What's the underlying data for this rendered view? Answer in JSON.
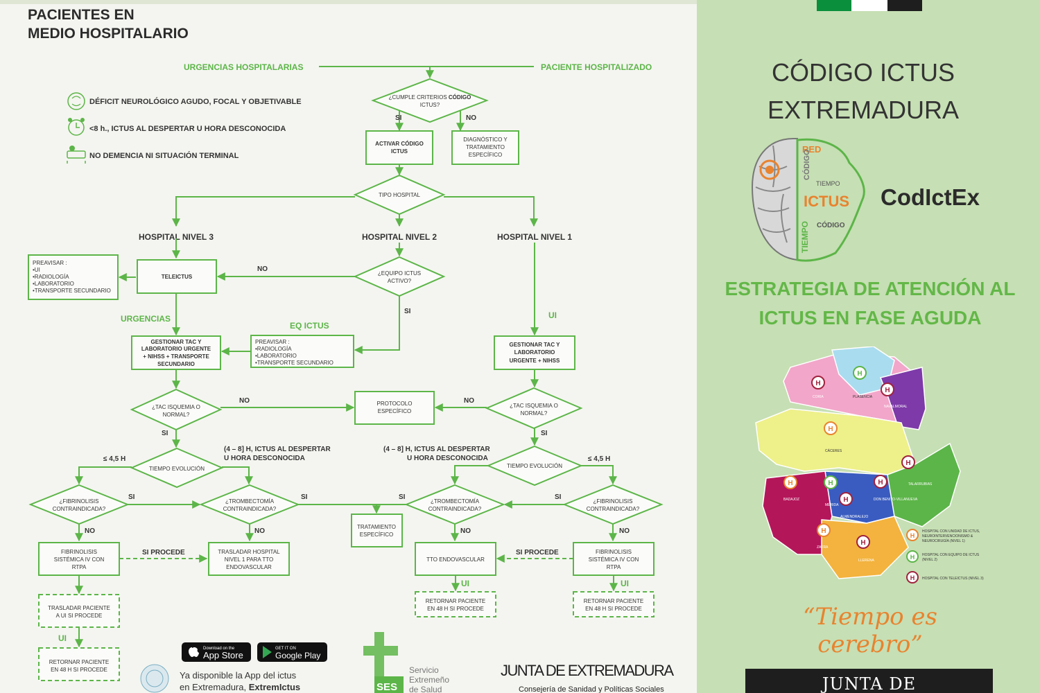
{
  "colors": {
    "green": "#5cb548",
    "orange": "#e8832e",
    "panel": "#c6dfb4",
    "dark": "#1e1e1e"
  },
  "title": {
    "line1": "PACIENTES EN",
    "line2": "MEDIO HOSPITALARIO"
  },
  "criteria": [
    {
      "icon": "brain-icon",
      "text": "DÉFICIT NEUROLÓGICO AGUDO, FOCAL Y OBJETIVABLE"
    },
    {
      "icon": "alarm-clock-icon",
      "text": "<8 h., ICTUS AL DESPERTAR U HORA DESCONOCIDA"
    },
    {
      "icon": "patient-bed-icon",
      "text": "NO DEMENCIA NI SITUACIÓN TERMINAL"
    }
  ],
  "flow": {
    "urgencias_hospitalarias": "URGENCIAS HOSPITALARIAS",
    "paciente_hospitalizado": "PACIENTE HOSPITALIZADO",
    "cumple_1": "¿CUMPLE CRITERIOS",
    "cumple_2": "CÓDIGO",
    "cumple_3": "ICTUS?",
    "si": "SI",
    "no": "NO",
    "activar_1": "ACTIVAR CÓDIGO",
    "activar_2": "ICTUS",
    "diag_1": "DIAGNÓSTICO Y",
    "diag_2": "TRATAMIENTO",
    "diag_3": "ESPECÍFICO",
    "tipo_hospital": "TIPO HOSPITAL",
    "nivel3": "HOSPITAL NIVEL 3",
    "nivel2": "HOSPITAL NIVEL 2",
    "nivel1": "HOSPITAL NIVEL 1",
    "preavisar_a": [
      "PREAVISAR :",
      "•UI",
      "•RADIOLOGÍA",
      "•LABORATORIO",
      "•TRANSPORTE SECUNDARIO"
    ],
    "teleictus": "TELEICTUS",
    "equipo_1": "¿EQUIPO ICTUS",
    "equipo_2": "ACTIVO?",
    "urgencias": "URGENCIAS",
    "eq_ictus": "EQ ICTUS",
    "ui": "UI",
    "preavisar_b": [
      "PREAVISAR :",
      "•RADIOLOGÍA",
      "•LABORATORIO",
      "•TRANSPORTE SECUNDARIO"
    ],
    "gestionar_l": [
      "GESTIONAR TAC Y",
      "LABORATORIO URGENTE",
      "+ NIHSS + TRANSPORTE",
      "SECUNDARIO"
    ],
    "gestionar_r": [
      "GESTIONAR TAC Y",
      "LABORATORIO",
      "URGENTE + NIHSS"
    ],
    "tac_1": "¿TAC ISQUEMIA O",
    "tac_2": "NORMAL?",
    "protocolo_1": "PROTOCOLO",
    "protocolo_2": "ESPECÍFICO",
    "le45": "≤ 4,5 H",
    "ventana_1": "(4 – 8] H, ICTUS AL DESPERTAR",
    "ventana_2": "U HORA DESCONOCIDA",
    "tiempo": "TIEMPO EVOLUCIÓN",
    "fib_q_1": "¿FIBRINOLISIS",
    "fib_q_2": "CONTRAINDICADA?",
    "trom_q_1": "¿TROMBECTOMÍA",
    "trom_q_2": "CONTRAINDICADA?",
    "tratamiento_1": "TRATAMIENTO",
    "tratamiento_2": "ESPECÍFICO",
    "fib_box": [
      "FIBRINOLISIS",
      "SISTÉMICA IV CON",
      "RTPA"
    ],
    "si_procede": "SI PROCEDE",
    "trasladar_n1": [
      "TRASLADAR HOSPITAL",
      "NIVEL 1 PARA TTO",
      "ENDOVASCULAR"
    ],
    "tto_endo": "TTO ENDOVASCULAR",
    "trasladar_ui": [
      "TRASLADAR PACIENTE",
      "A UI SI PROCEDE"
    ],
    "retornar": [
      "RETORNAR PACIENTE",
      "EN 48 H SI PROCEDE"
    ]
  },
  "footer": {
    "appstore_small": "Download on the",
    "appstore": "App Store",
    "googleplay_small": "GET IT ON",
    "googleplay": "Google Play",
    "app_text_1": "Ya disponible la App del ictus",
    "app_text_2": "en Extremadura,",
    "app_name": "ExtremIctus",
    "ses": "SES",
    "ses_1": "Servicio",
    "ses_2": "Extremeño",
    "ses_3": "de Salud",
    "junta": "JUNTA DE EXTREMADURA",
    "consejeria": "Consejería de Sanidad y Políticas Sociales"
  },
  "right": {
    "flag": [
      "#0a8f3c",
      "#ffffff",
      "#1e1e1e"
    ],
    "title_1": "CÓDIGO ICTUS",
    "title_2": "EXTREMADURA",
    "logo_words": [
      "RED",
      "CÓDIGO",
      "TIEMPO",
      "ICTUS",
      "TIEMPO",
      "CÓDIGO"
    ],
    "codictex": "CodIctEx",
    "strategy_1": "ESTRATEGIA DE ATENCIÓN AL",
    "strategy_2": "ICTUS EN FASE AGUDA",
    "cities": [
      "CORIA",
      "PLASENCIA",
      "NAVALMORAL",
      "CÁCERES",
      "TALARRUBIAS",
      "BADAJOZ",
      "MÉRIDA",
      "DON BENITO-VILLANUEVA",
      "ALMENDRALEJO",
      "ZAFRA",
      "LLERENA"
    ],
    "legend": [
      {
        "line1": "HOSPITAL CON UNIDAD DE ICTUS,",
        "line2": "NEUROINTERVENCIONISMO &",
        "line3": "NEUROCIRUGÍA (NIVEL 1)",
        "color": "#e8832e"
      },
      {
        "line1": "HOSPITAL CON EQUIPO DE ICTUS",
        "line2": "(NIVEL 2)",
        "color": "#5cb548"
      },
      {
        "line1": "HOSPITAL CON TELEICTUS (NIVEL 3)",
        "color": "#a0223e"
      }
    ],
    "motto": "“Tiempo es cerebro”",
    "junta": "JUNTA DE EXTREMADURA"
  }
}
